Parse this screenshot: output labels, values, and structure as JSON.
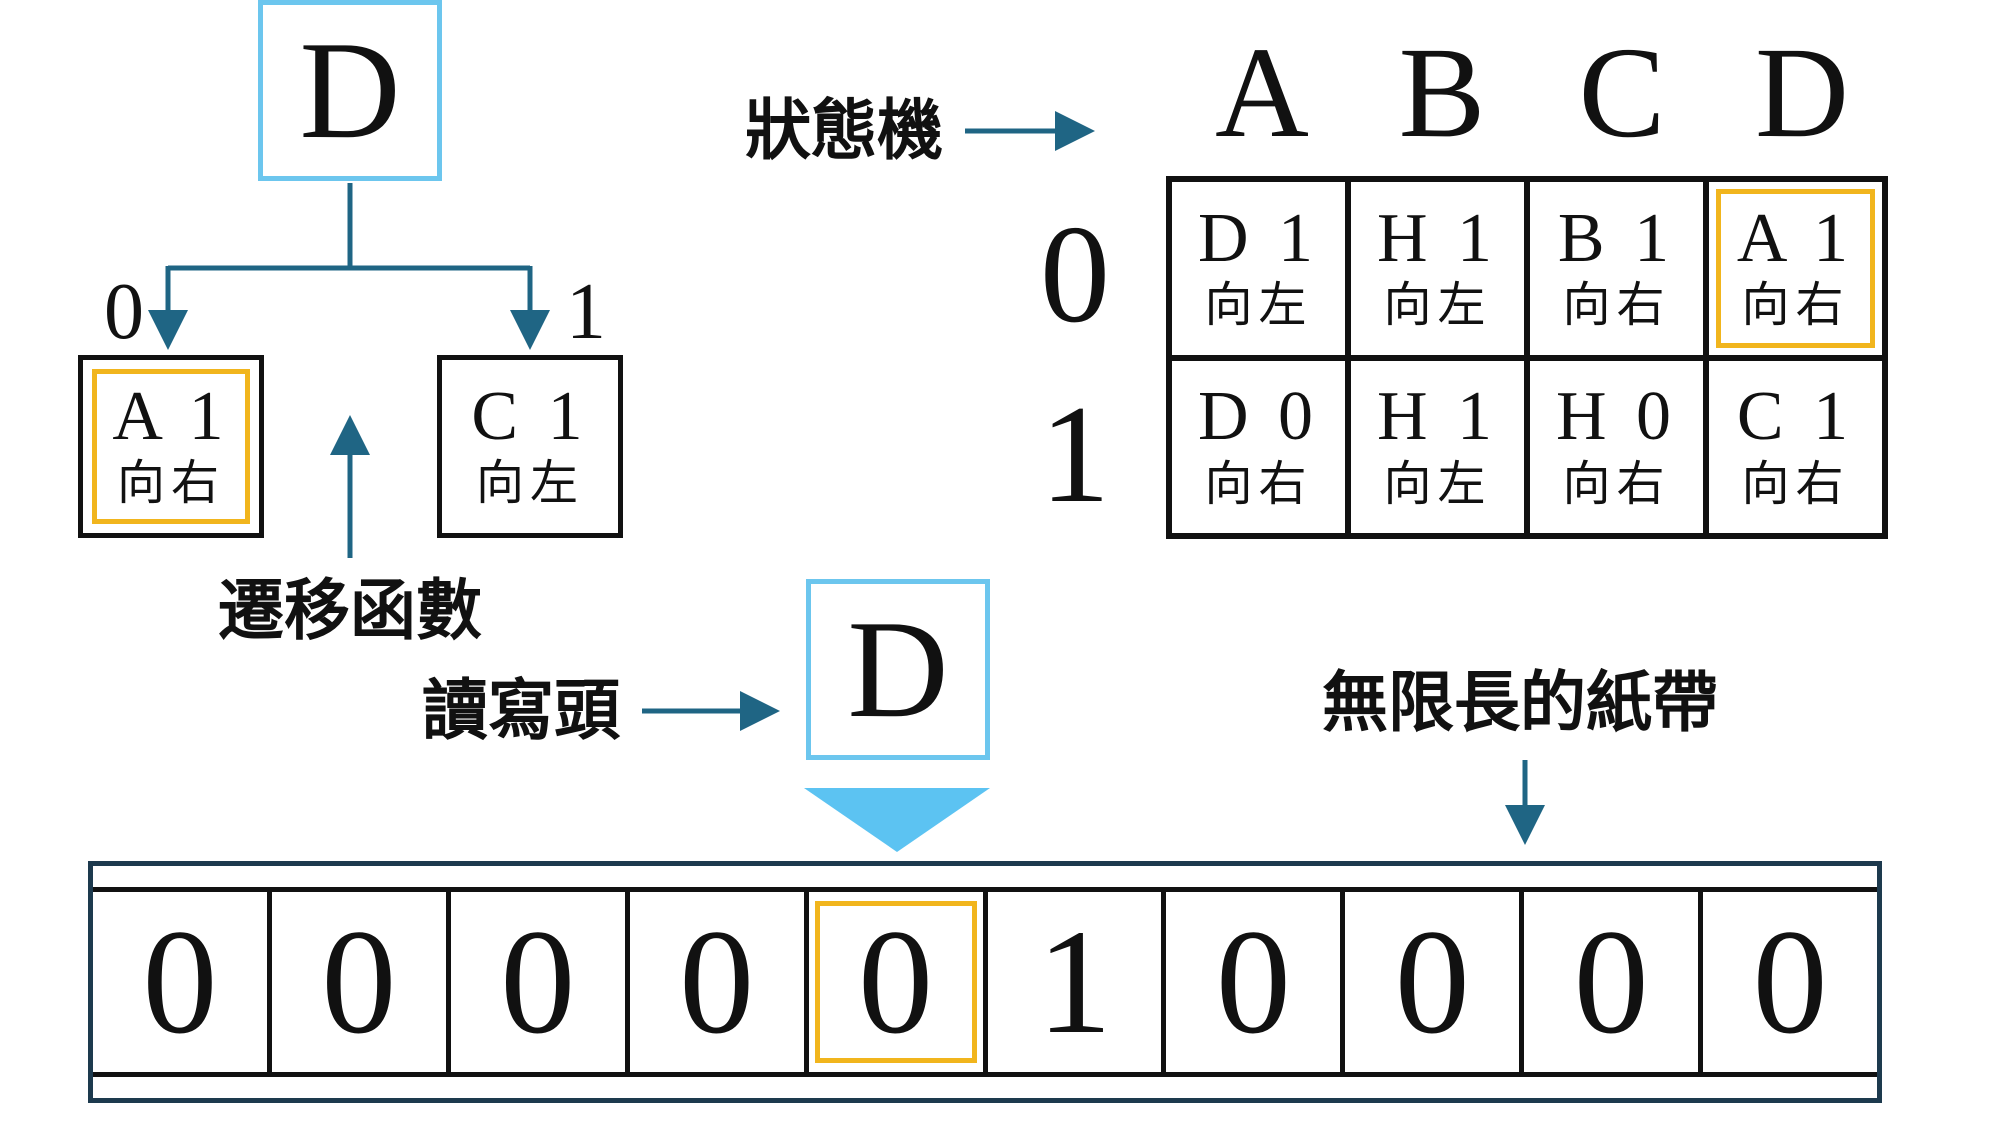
{
  "tree": {
    "current_state": "D",
    "branch_zero": "0",
    "branch_one": "1",
    "left": {
      "top": "A 1",
      "bottom": "向右",
      "highlighted": true
    },
    "right": {
      "top": "C 1",
      "bottom": "向左",
      "highlighted": false
    }
  },
  "labels": {
    "transition_function": "遷移函數",
    "state_machine": "狀態機",
    "read_write_head": "讀寫頭",
    "infinite_tape": "無限長的紙帶"
  },
  "state_table": {
    "columns": [
      "A",
      "B",
      "C",
      "D"
    ],
    "rows": [
      {
        "symbol": "0",
        "cells": [
          {
            "top": "D 1",
            "bottom": "向左",
            "highlighted": false
          },
          {
            "top": "H 1",
            "bottom": "向左",
            "highlighted": false
          },
          {
            "top": "B 1",
            "bottom": "向右",
            "highlighted": false
          },
          {
            "top": "A 1",
            "bottom": "向右",
            "highlighted": true
          }
        ]
      },
      {
        "symbol": "1",
        "cells": [
          {
            "top": "D 0",
            "bottom": "向右",
            "highlighted": false
          },
          {
            "top": "H 1",
            "bottom": "向左",
            "highlighted": false
          },
          {
            "top": "H 0",
            "bottom": "向右",
            "highlighted": false
          },
          {
            "top": "C 1",
            "bottom": "向右",
            "highlighted": false
          }
        ]
      }
    ]
  },
  "head": {
    "state": "D",
    "position": 4
  },
  "tape": [
    "0",
    "0",
    "0",
    "0",
    "0",
    "1",
    "0",
    "0",
    "0",
    "0"
  ],
  "colors": {
    "state_border": "#6cc6ee",
    "highlight": "#f1b51d",
    "arrow": "#1f6584",
    "head_pointer": "#5cc3f2"
  }
}
